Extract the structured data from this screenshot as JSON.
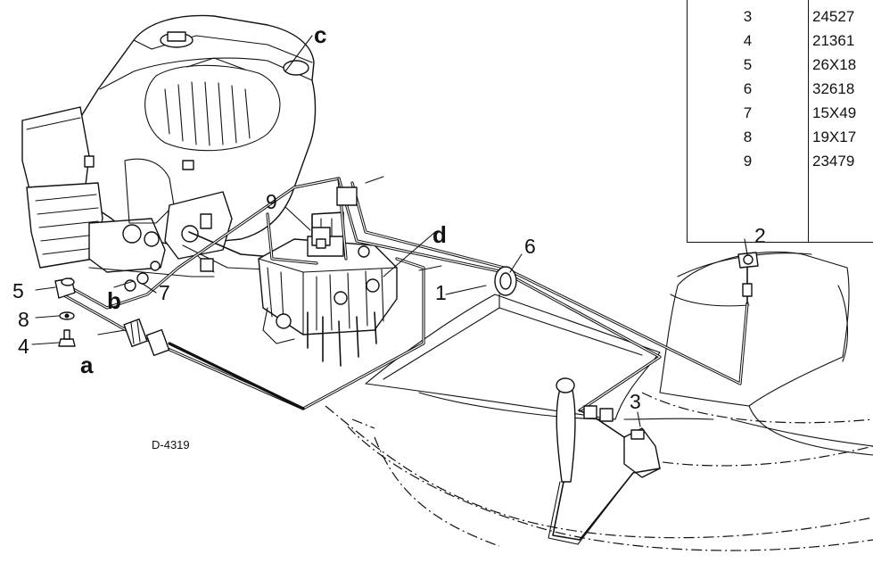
{
  "diagram_id": "D-4319",
  "parts_table": {
    "rows": [
      {
        "key": "3",
        "part": "24527"
      },
      {
        "key": "4",
        "part": "21361"
      },
      {
        "key": "5",
        "part": "26X18"
      },
      {
        "key": "6",
        "part": "32618"
      },
      {
        "key": "7",
        "part": "15X49"
      },
      {
        "key": "8",
        "part": "19X17"
      },
      {
        "key": "9",
        "part": "23479"
      }
    ]
  },
  "callouts": {
    "c": "c",
    "d": "d",
    "a": "a",
    "b": "b",
    "n1": "1",
    "n2": "2",
    "n3": "3",
    "n4": "4",
    "n5": "5",
    "n6": "6",
    "n7": "7",
    "n8": "8",
    "n9": "9"
  }
}
